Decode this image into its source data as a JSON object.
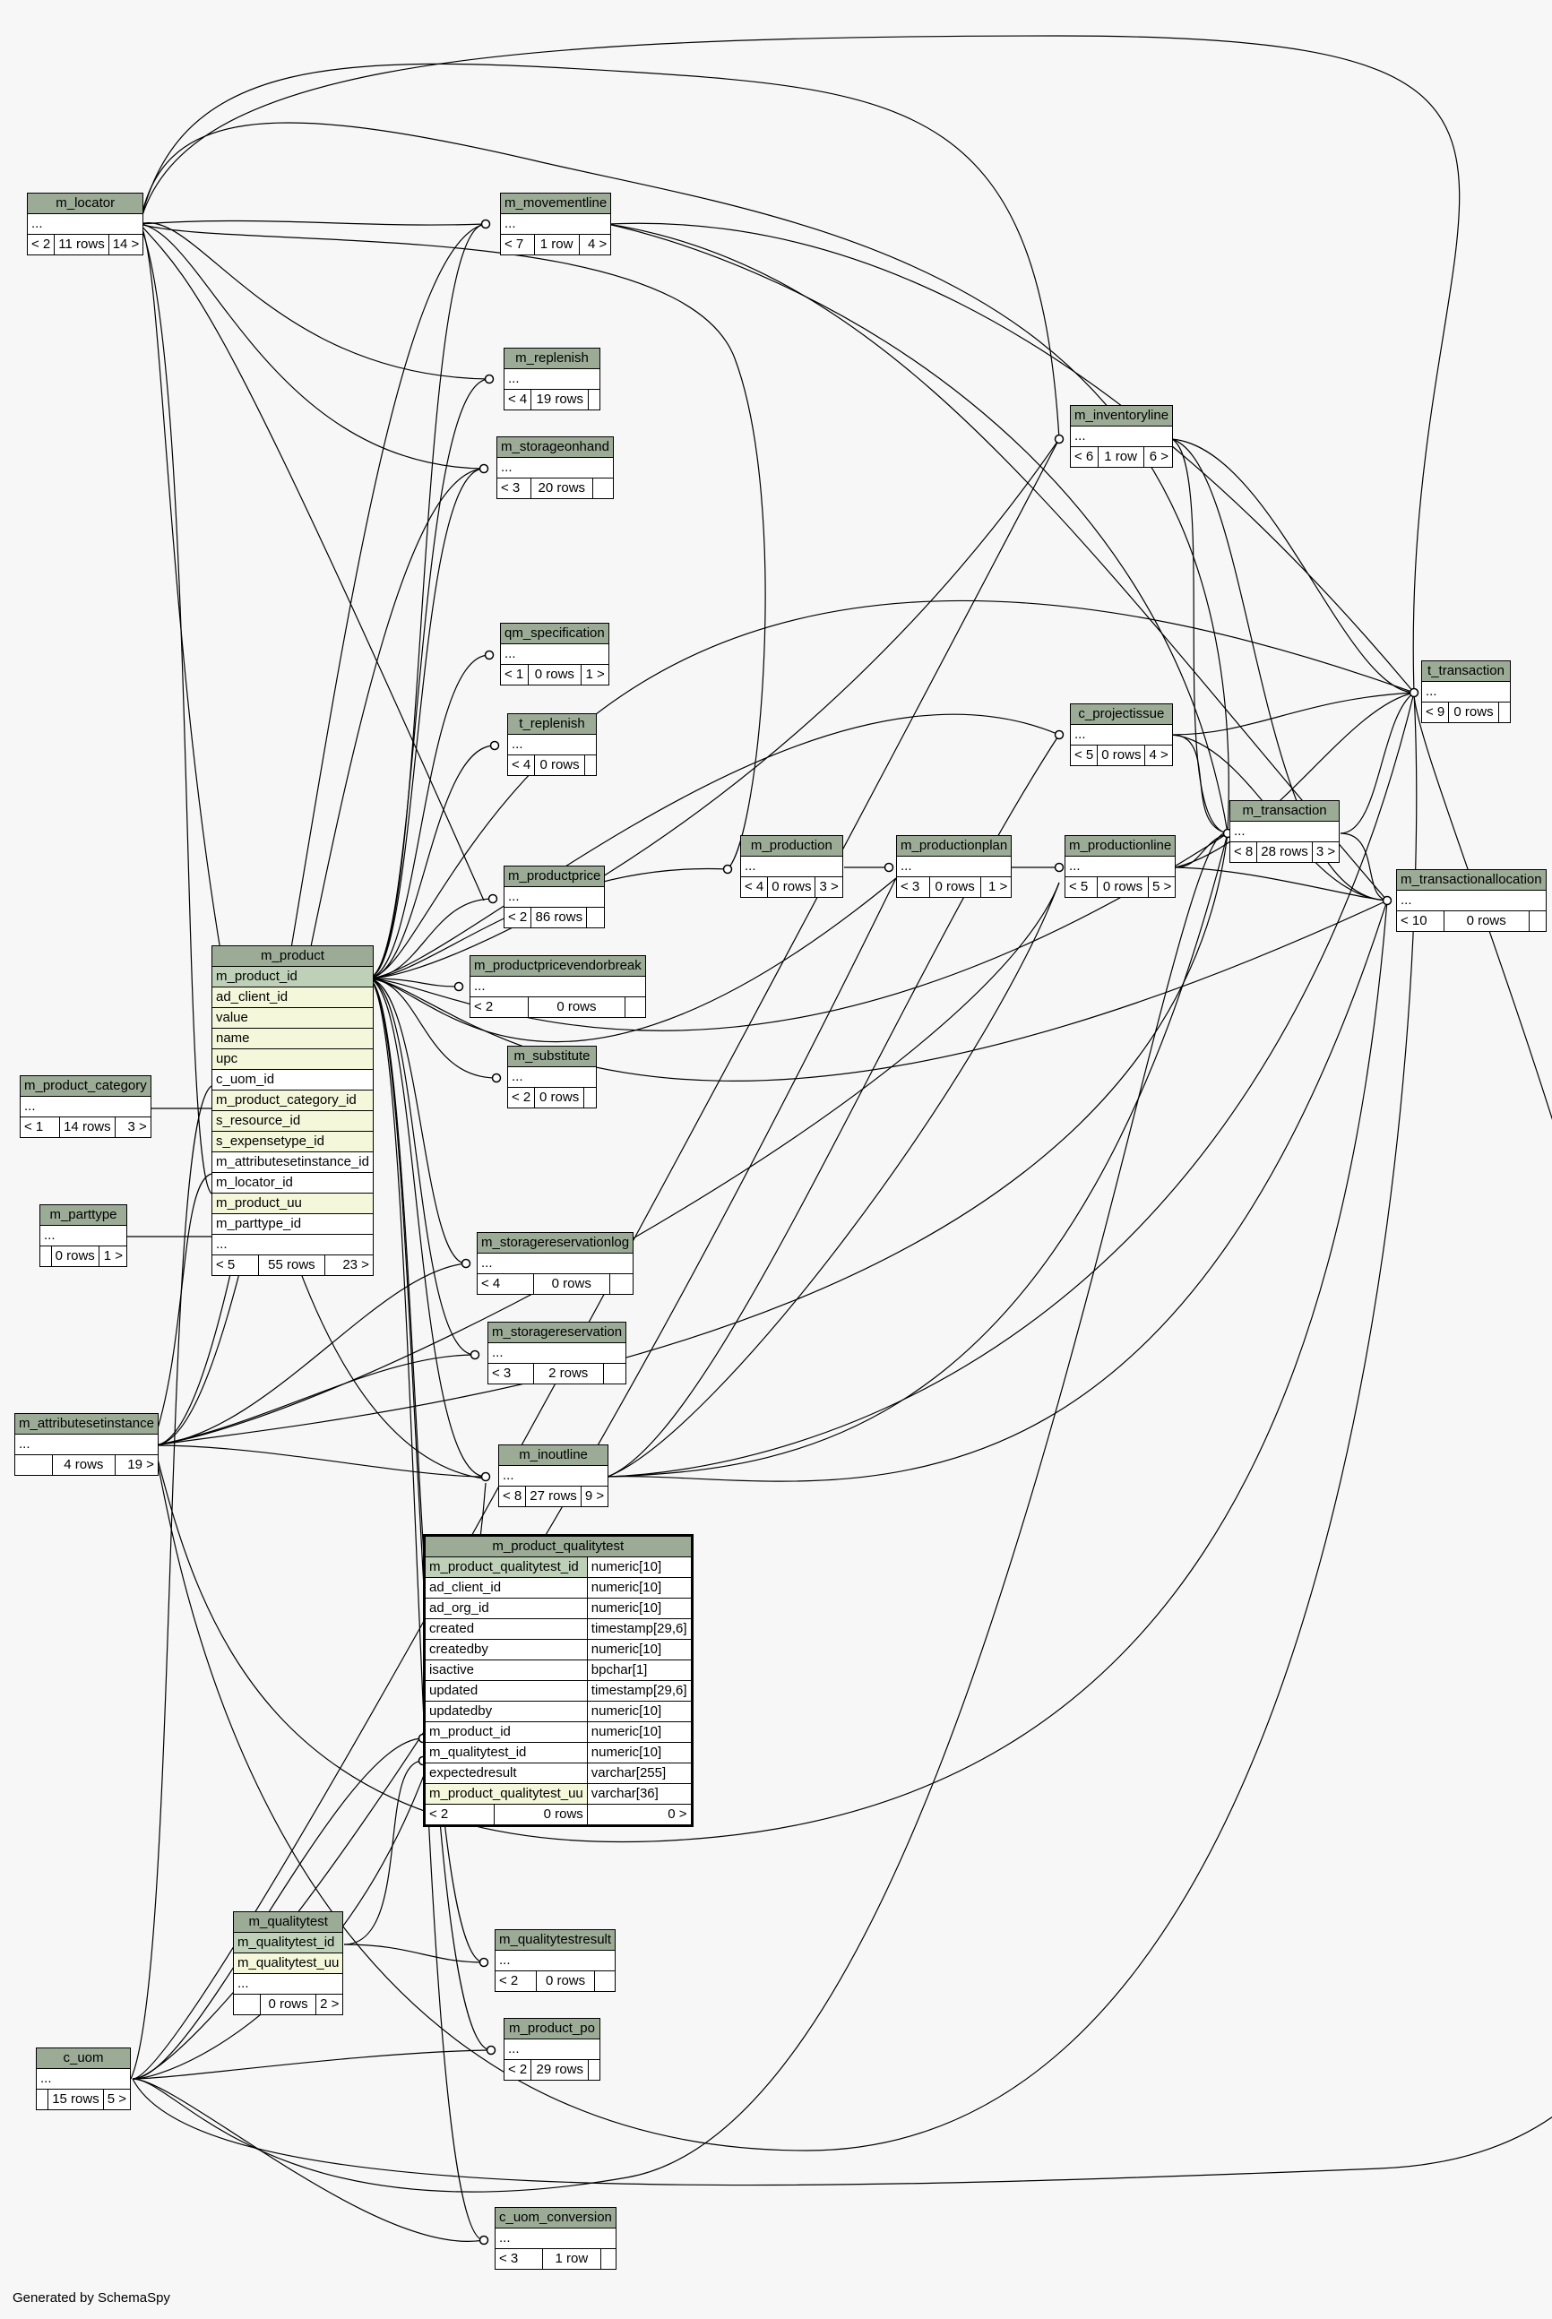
{
  "footer": "Generated by SchemaSpy",
  "colors": {
    "header": "#9bab96",
    "primary_key": "#bed1b8",
    "indexed": "#f4f7da",
    "background": "#f7f7f7"
  },
  "tables": {
    "m_locator": {
      "name": "m_locator",
      "cols": [
        "..."
      ],
      "parents": "< 2",
      "rows": "11 rows",
      "children": "14 >"
    },
    "m_product_category": {
      "name": "m_product_category",
      "cols": [
        "..."
      ],
      "parents": "< 1",
      "rows": "14 rows",
      "children": "3 >"
    },
    "m_parttype": {
      "name": "m_parttype",
      "cols": [
        "..."
      ],
      "parents": "",
      "rows": "0 rows",
      "children": "1 >"
    },
    "m_attributesetinstance": {
      "name": "m_attributesetinstance",
      "cols": [
        "..."
      ],
      "parents": "",
      "rows": "4 rows",
      "children": "19 >"
    },
    "c_uom": {
      "name": "c_uom",
      "cols": [
        "..."
      ],
      "parents": "",
      "rows": "15 rows",
      "children": "5 >"
    },
    "m_qualitytest": {
      "name": "m_qualitytest",
      "cols": [
        "m_qualitytest_id",
        "m_qualitytest_uu",
        "..."
      ],
      "parents": "",
      "rows": "0 rows",
      "children": "2 >"
    },
    "m_product": {
      "name": "m_product",
      "cols": [
        "m_product_id",
        "ad_client_id",
        "value",
        "name",
        "upc",
        "c_uom_id",
        "m_product_category_id",
        "s_resource_id",
        "s_expensetype_id",
        "m_attributesetinstance_id",
        "m_locator_id",
        "m_product_uu",
        "m_parttype_id",
        "..."
      ],
      "parents": "< 5",
      "rows": "55 rows",
      "children": "23 >"
    },
    "m_movementline": {
      "name": "m_movementline",
      "cols": [
        "..."
      ],
      "parents": "< 7",
      "rows": "1 row",
      "children": "4 >"
    },
    "m_replenish": {
      "name": "m_replenish",
      "cols": [
        "..."
      ],
      "parents": "< 4",
      "rows": "19 rows",
      "children": ""
    },
    "m_storageonhand": {
      "name": "m_storageonhand",
      "cols": [
        "..."
      ],
      "parents": "< 3",
      "rows": "20 rows",
      "children": ""
    },
    "qm_specification": {
      "name": "qm_specification",
      "cols": [
        "..."
      ],
      "parents": "< 1",
      "rows": "0 rows",
      "children": "1 >"
    },
    "t_replenish": {
      "name": "t_replenish",
      "cols": [
        "..."
      ],
      "parents": "< 4",
      "rows": "0 rows",
      "children": ""
    },
    "m_productprice": {
      "name": "m_productprice",
      "cols": [
        "..."
      ],
      "parents": "< 2",
      "rows": "86 rows",
      "children": ""
    },
    "m_productpricevendorbreak": {
      "name": "m_productpricevendorbreak",
      "cols": [
        "..."
      ],
      "parents": "< 2",
      "rows": "0 rows",
      "children": ""
    },
    "m_substitute": {
      "name": "m_substitute",
      "cols": [
        "..."
      ],
      "parents": "< 2",
      "rows": "0 rows",
      "children": ""
    },
    "m_storagereservationlog": {
      "name": "m_storagereservationlog",
      "cols": [
        "..."
      ],
      "parents": "< 4",
      "rows": "0 rows",
      "children": ""
    },
    "m_storagereservation": {
      "name": "m_storagereservation",
      "cols": [
        "..."
      ],
      "parents": "< 3",
      "rows": "2 rows",
      "children": ""
    },
    "m_inoutline": {
      "name": "m_inoutline",
      "cols": [
        "..."
      ],
      "parents": "< 8",
      "rows": "27 rows",
      "children": "9 >"
    },
    "m_qualitytestresult": {
      "name": "m_qualitytestresult",
      "cols": [
        "..."
      ],
      "parents": "< 2",
      "rows": "0 rows",
      "children": ""
    },
    "m_product_po": {
      "name": "m_product_po",
      "cols": [
        "..."
      ],
      "parents": "< 2",
      "rows": "29 rows",
      "children": ""
    },
    "c_uom_conversion": {
      "name": "c_uom_conversion",
      "cols": [
        "..."
      ],
      "parents": "< 3",
      "rows": "1 row",
      "children": ""
    },
    "m_production": {
      "name": "m_production",
      "cols": [
        "..."
      ],
      "parents": "< 4",
      "rows": "0 rows",
      "children": "3 >"
    },
    "m_productionplan": {
      "name": "m_productionplan",
      "cols": [
        "..."
      ],
      "parents": "< 3",
      "rows": "0 rows",
      "children": "1 >"
    },
    "m_inventoryline": {
      "name": "m_inventoryline",
      "cols": [
        "..."
      ],
      "parents": "< 6",
      "rows": "1 row",
      "children": "6 >"
    },
    "c_projectissue": {
      "name": "c_projectissue",
      "cols": [
        "..."
      ],
      "parents": "< 5",
      "rows": "0 rows",
      "children": "4 >"
    },
    "m_productionline": {
      "name": "m_productionline",
      "cols": [
        "..."
      ],
      "parents": "< 5",
      "rows": "0 rows",
      "children": "5 >"
    },
    "m_transaction": {
      "name": "m_transaction",
      "cols": [
        "..."
      ],
      "parents": "< 8",
      "rows": "28 rows",
      "children": "3 >"
    },
    "t_transaction": {
      "name": "t_transaction",
      "cols": [
        "..."
      ],
      "parents": "< 9",
      "rows": "0 rows",
      "children": ""
    },
    "m_transactionallocation": {
      "name": "m_transactionallocation",
      "cols": [
        "..."
      ],
      "parents": "< 10",
      "rows": "0 rows",
      "children": ""
    },
    "m_product_qualitytest": {
      "name": "m_product_qualitytest",
      "cols": [
        [
          "m_product_qualitytest_id",
          "numeric[10]"
        ],
        [
          "ad_client_id",
          "numeric[10]"
        ],
        [
          "ad_org_id",
          "numeric[10]"
        ],
        [
          "created",
          "timestamp[29,6]"
        ],
        [
          "createdby",
          "numeric[10]"
        ],
        [
          "isactive",
          "bpchar[1]"
        ],
        [
          "updated",
          "timestamp[29,6]"
        ],
        [
          "updatedby",
          "numeric[10]"
        ],
        [
          "m_product_id",
          "numeric[10]"
        ],
        [
          "m_qualitytest_id",
          "numeric[10]"
        ],
        [
          "expectedresult",
          "varchar[255]"
        ],
        [
          "m_product_qualitytest_uu",
          "varchar[36]"
        ]
      ],
      "parents": "< 2",
      "rows": "0 rows",
      "children": "0 >"
    }
  }
}
